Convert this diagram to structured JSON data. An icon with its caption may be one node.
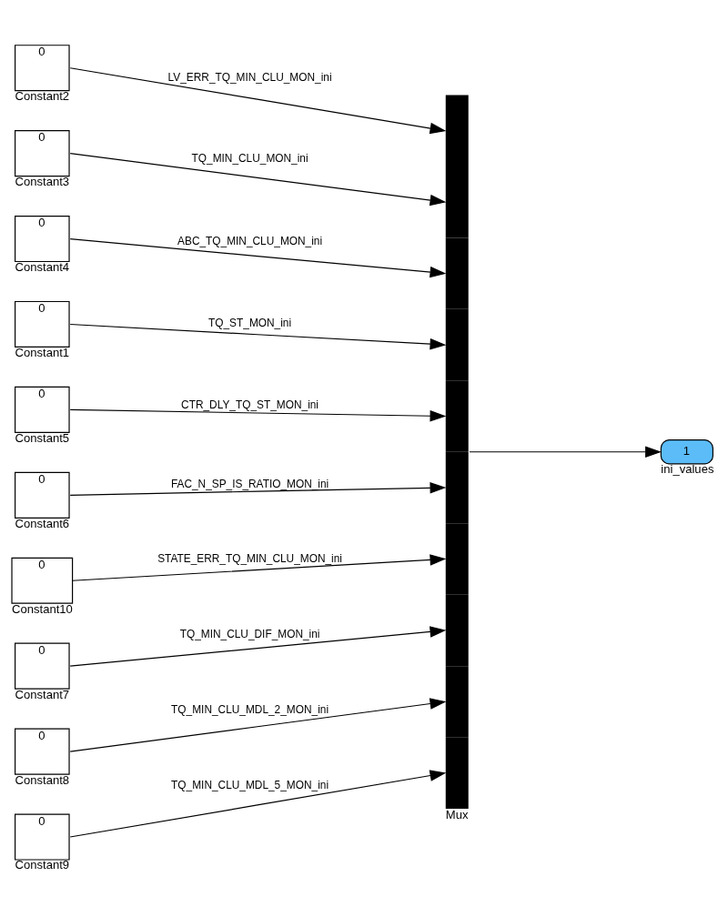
{
  "diagram": {
    "nodes": [
      {
        "text": [
          "0"
        ],
        "beside": [
          "Constant2"
        ]
      },
      {
        "text": [
          "0"
        ],
        "beside": [
          "Constant3"
        ]
      },
      {
        "text": [
          "0"
        ],
        "beside": [
          "Constant4"
        ]
      },
      {
        "text": [
          "0"
        ],
        "beside": [
          "Constant1"
        ]
      },
      {
        "text": [
          "0"
        ],
        "beside": [
          "Constant5"
        ]
      },
      {
        "text": [
          "0"
        ],
        "beside": [
          "Constant6"
        ]
      },
      {
        "text": [
          "0"
        ],
        "beside": [
          "Constant10"
        ]
      },
      {
        "text": [
          "0"
        ],
        "beside": [
          "Constant7"
        ]
      },
      {
        "text": [
          "0"
        ],
        "beside": [
          "Constant8"
        ]
      },
      {
        "text": [
          "0"
        ],
        "beside": [
          "Constant9"
        ]
      },
      {
        "text": [],
        "shape": "bar",
        "beside": [
          "Mux"
        ]
      },
      {
        "text": [
          "1"
        ],
        "beside": [
          "ini_values"
        ]
      }
    ],
    "edges": [
      {
        "from": 0,
        "to": 10,
        "arrow": "to",
        "label": "LV_ERR_TQ_MIN_CLU_MON_ini"
      },
      {
        "from": 1,
        "to": 10,
        "arrow": "to",
        "label": "TQ_MIN_CLU_MON_ini"
      },
      {
        "from": 2,
        "to": 10,
        "arrow": "to",
        "label": "ABC_TQ_MIN_CLU_MON_ini"
      },
      {
        "from": 3,
        "to": 10,
        "arrow": "to",
        "label": "TQ_ST_MON_ini"
      },
      {
        "from": 4,
        "to": 10,
        "arrow": "to",
        "label": "CTR_DLY_TQ_ST_MON_ini"
      },
      {
        "from": 5,
        "to": 10,
        "arrow": "to",
        "label": "FAC_N_SP_IS_RATIO_MON_ini"
      },
      {
        "from": 6,
        "to": 10,
        "arrow": "to",
        "label": "STATE_ERR_TQ_MIN_CLU_MON_ini"
      },
      {
        "from": 7,
        "to": 10,
        "arrow": "to",
        "label": "TQ_MIN_CLU_DIF_MON_ini"
      },
      {
        "from": 8,
        "to": 10,
        "arrow": "to",
        "label": "TQ_MIN_CLU_MDL_2_MON_ini"
      },
      {
        "from": 9,
        "to": 10,
        "arrow": "to",
        "label": "TQ_MIN_CLU_MDL_5_MON_ini"
      },
      {
        "from": 10,
        "to": 11,
        "arrow": "to"
      }
    ]
  }
}
